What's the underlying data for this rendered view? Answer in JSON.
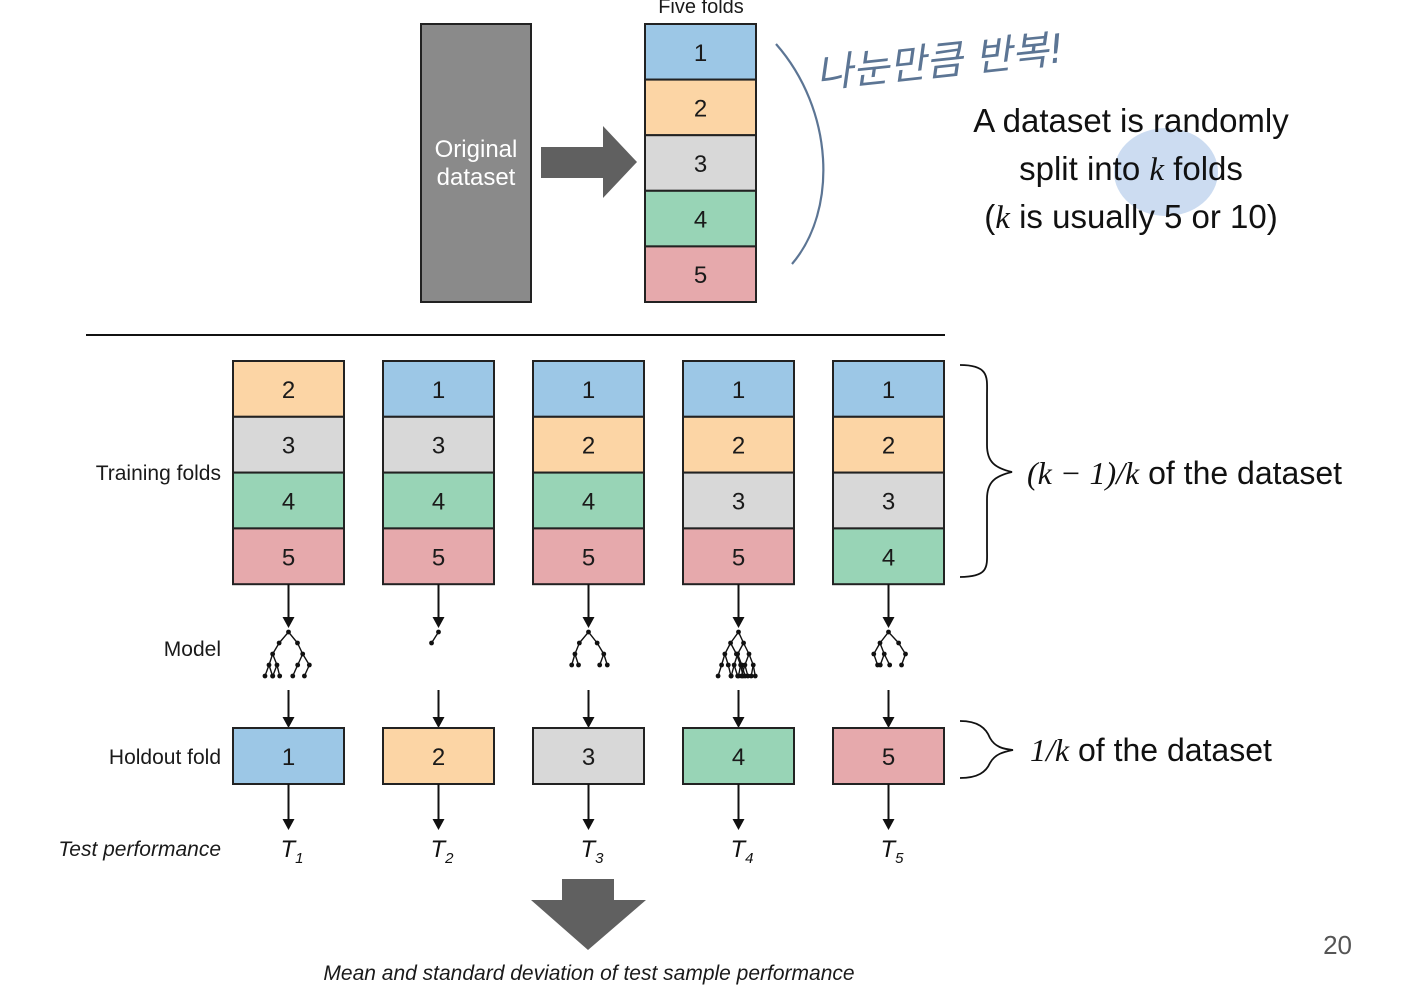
{
  "colors": {
    "fold1": "#9cc7e6",
    "fold2": "#fcd5a5",
    "fold3": "#d8d8d8",
    "fold4": "#98d4b6",
    "fold5": "#e6a9ac",
    "original": "#8a8a8a",
    "arrow": "#606060",
    "handwriting": "#5c7594",
    "highlight": "#c3d6ee"
  },
  "top": {
    "five_folds_title": "Five folds",
    "original_label_line1": "Original",
    "original_label_line2": "dataset",
    "folds": [
      "1",
      "2",
      "3",
      "4",
      "5"
    ]
  },
  "annotation": {
    "handwritten_note": "나눈만큼 반복!",
    "line1": "A dataset is randomly",
    "line2_pre": "split into ",
    "line2_k": "k",
    "line2_post": " folds",
    "line3_open": "(",
    "line3_k": "k",
    "line3_post": " is usually 5 or 10)"
  },
  "rows": {
    "training": "Training folds",
    "model": "Model",
    "holdout": "Holdout fold",
    "test": "Test performance"
  },
  "iterations": [
    {
      "training": [
        "2",
        "3",
        "4",
        "5"
      ],
      "holdout": "1",
      "test_base": "T",
      "test_sub": "1"
    },
    {
      "training": [
        "1",
        "3",
        "4",
        "5"
      ],
      "holdout": "2",
      "test_base": "T",
      "test_sub": "2"
    },
    {
      "training": [
        "1",
        "2",
        "4",
        "5"
      ],
      "holdout": "3",
      "test_base": "T",
      "test_sub": "3"
    },
    {
      "training": [
        "1",
        "2",
        "3",
        "5"
      ],
      "holdout": "4",
      "test_base": "T",
      "test_sub": "4"
    },
    {
      "training": [
        "1",
        "2",
        "3",
        "4"
      ],
      "holdout": "5",
      "test_base": "T",
      "test_sub": "5"
    }
  ],
  "brackets": {
    "training_math": "(k − 1)/k",
    "training_text": " of the dataset",
    "holdout_math": "1/k",
    "holdout_text": " of the dataset"
  },
  "bottom_caption": "Mean and standard deviation of test sample performance",
  "page_number": "20"
}
